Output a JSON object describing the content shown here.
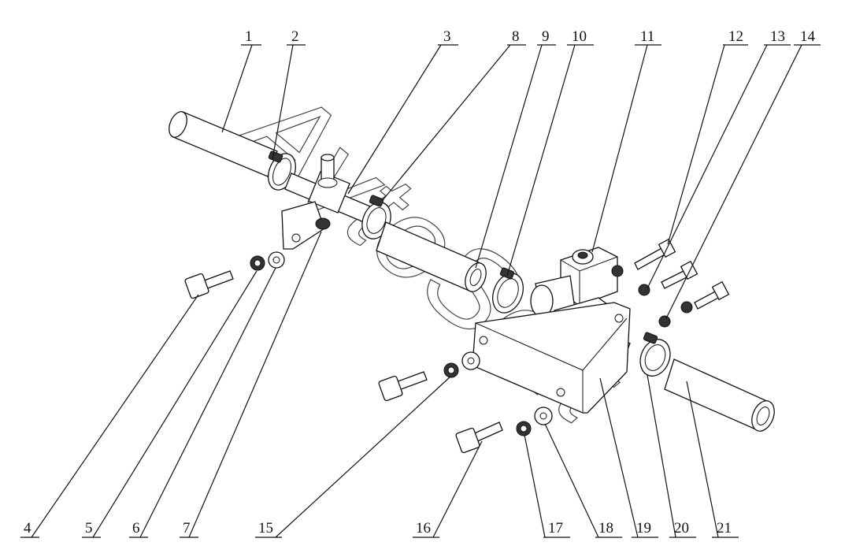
{
  "watermark": "AvtoSoft",
  "parts": [
    {
      "id": "1",
      "label": "1"
    },
    {
      "id": "2",
      "label": "2"
    },
    {
      "id": "3",
      "label": "3"
    },
    {
      "id": "8",
      "label": "8"
    },
    {
      "id": "9",
      "label": "9"
    },
    {
      "id": "10",
      "label": "10"
    },
    {
      "id": "11",
      "label": "11"
    },
    {
      "id": "12",
      "label": "12"
    },
    {
      "id": "13",
      "label": "13"
    },
    {
      "id": "14",
      "label": "14"
    },
    {
      "id": "4",
      "label": "4"
    },
    {
      "id": "5",
      "label": "5"
    },
    {
      "id": "6",
      "label": "6"
    },
    {
      "id": "7",
      "label": "7"
    },
    {
      "id": "15",
      "label": "15"
    },
    {
      "id": "16",
      "label": "16"
    },
    {
      "id": "17",
      "label": "17"
    },
    {
      "id": "18",
      "label": "18"
    },
    {
      "id": "19",
      "label": "19"
    },
    {
      "id": "20",
      "label": "20"
    },
    {
      "id": "21",
      "label": "21"
    }
  ]
}
